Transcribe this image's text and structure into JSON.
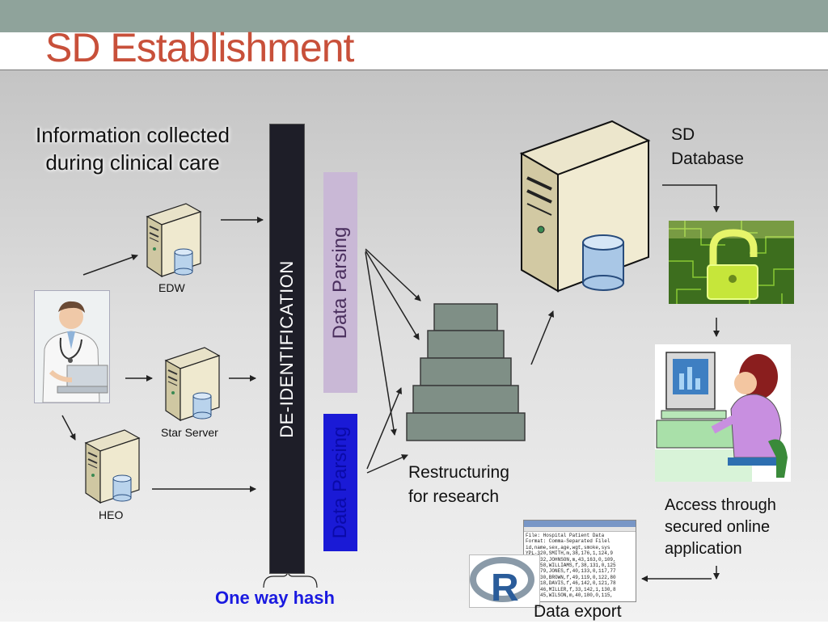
{
  "slide": {
    "title": "SD Establishment",
    "info_line1": "Information collected",
    "info_line2": "during clinical care",
    "sources": {
      "edw": "EDW",
      "star": "Star Server",
      "heo": "HEO"
    },
    "deidentification": "DE-IDENTIFICATION",
    "data_parsing_top": "Data Parsing",
    "data_parsing_bottom": "Data Parsing",
    "one_way_hash": "One way hash",
    "restructuring_line1": "Restructuring",
    "restructuring_line2": "for research",
    "database_line1": "SD",
    "database_line2": "Database",
    "access_line1": "Access through",
    "access_line2": "secured online",
    "access_line3": "application",
    "data_export": "Data export",
    "r_logo": "R",
    "export_doc_lines": [
      "File: Hospital Patient Data",
      "Format: Comma-Separated Filel",
      "id,name,sex,age,wgt,smoke,sys",
      "YPL-320,SMITH,m,38,176,1,124,9",
      "GLI-532,JOHNSON,m,43,163,0,109,",
      "PNI-258,WILLIAMS,f,38,131,0,125",
      "MIJ-579,JONES,f,40,133,0,117,77",
      "XLK-030,BROWN,f,49,119,0,122,80",
      "TFF-518,DAVIS,f,46,142,0,121,78",
      "LPD-746,MILLER,f,33,142,1,130,8",
      "ATA-945,WILSON,m,40,180,0,115,"
    ]
  }
}
